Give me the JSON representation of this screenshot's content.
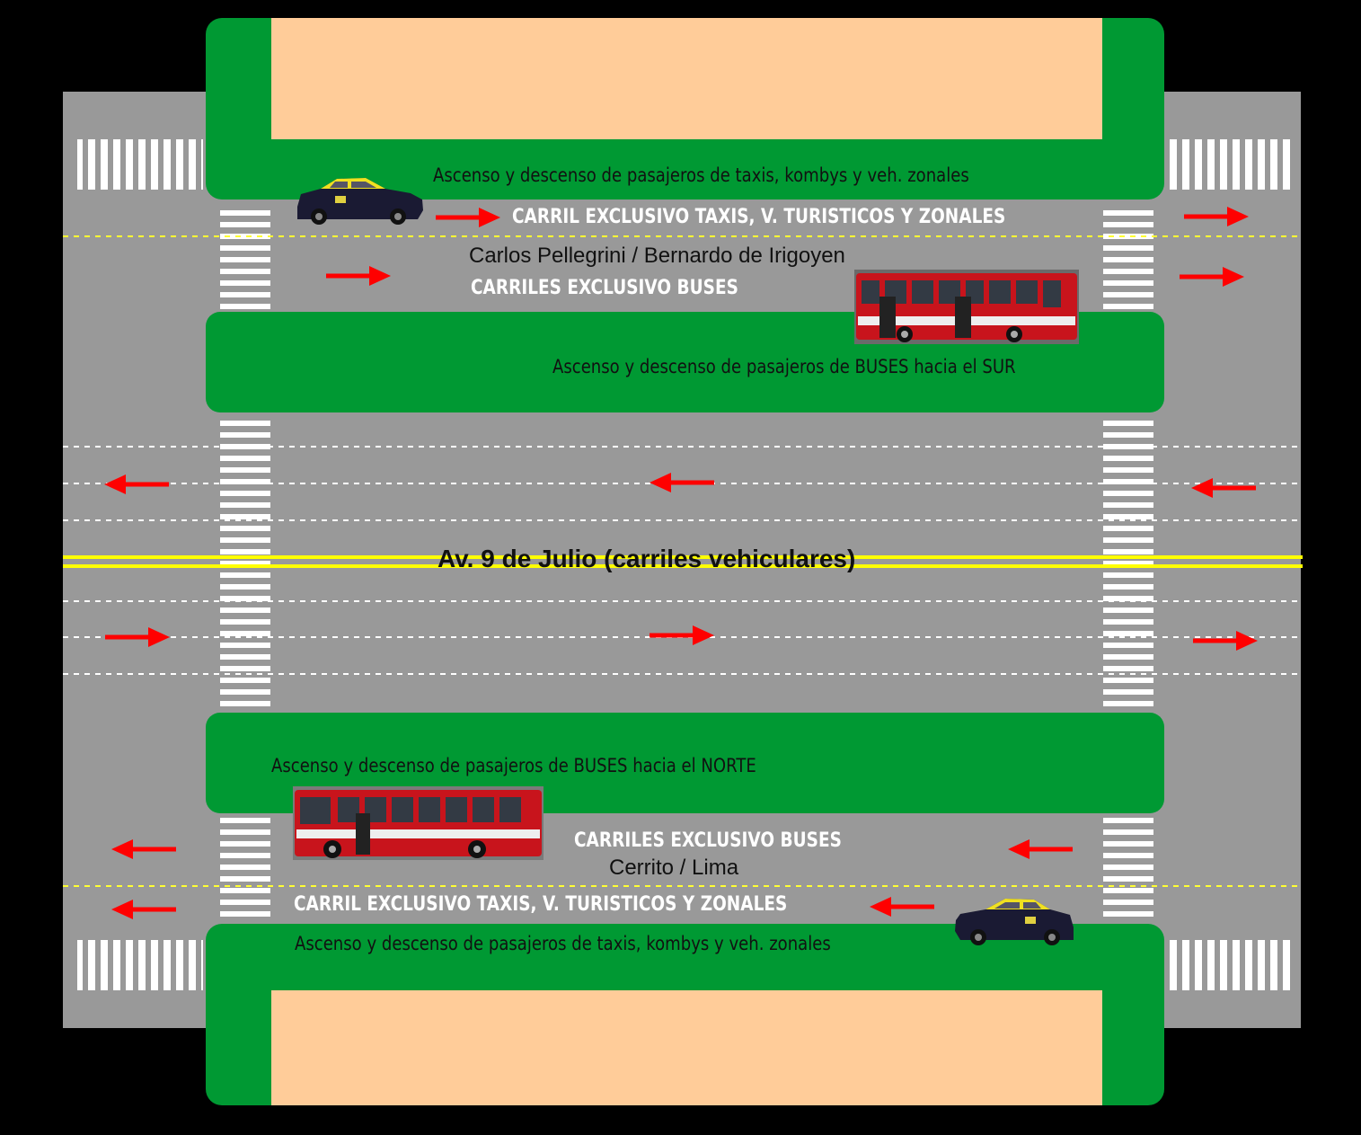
{
  "colors": {
    "background": "#000000",
    "road": "#999999",
    "median": "#009933",
    "sidewalk": "#ffcc99",
    "crosswalk": "#ffffff",
    "lane_divider": "#ffffff",
    "bus_lane_divider": "#ffff33",
    "center_line": "#ffff00",
    "arrow": "#ff0000"
  },
  "icons": [
    "taxi-icon",
    "bus-icon",
    "arrow-right-icon",
    "arrow-left-icon",
    "crosswalk"
  ],
  "labels": {
    "top_taxi_stop": "Ascenso y descenso de pasajeros de taxis, kombys y veh. zonales",
    "top_taxi_lane": "CARRIL EXCLUSIVO TAXIS, V. TURISTICOS Y ZONALES",
    "top_street": "Carlos Pellegrini / Bernardo de Irigoyen",
    "top_bus_lane": "CARRILES EXCLUSIVO BUSES",
    "top_bus_stop": "Ascenso y descenso de pasajeros de BUSES hacia el SUR",
    "main_avenue": "Av. 9 de Julio (carriles vehiculares)",
    "bottom_bus_stop": "Ascenso y descenso de pasajeros de BUSES hacia el NORTE",
    "bottom_bus_lane": "CARRILES EXCLUSIVO BUSES",
    "bottom_street": "Cerrito / Lima",
    "bottom_taxi_lane": "CARRIL EXCLUSIVO TAXIS, V. TURISTICOS Y ZONALES",
    "bottom_taxi_stop": "Ascenso y descenso de pasajeros de taxis, kombys y veh. zonales"
  }
}
